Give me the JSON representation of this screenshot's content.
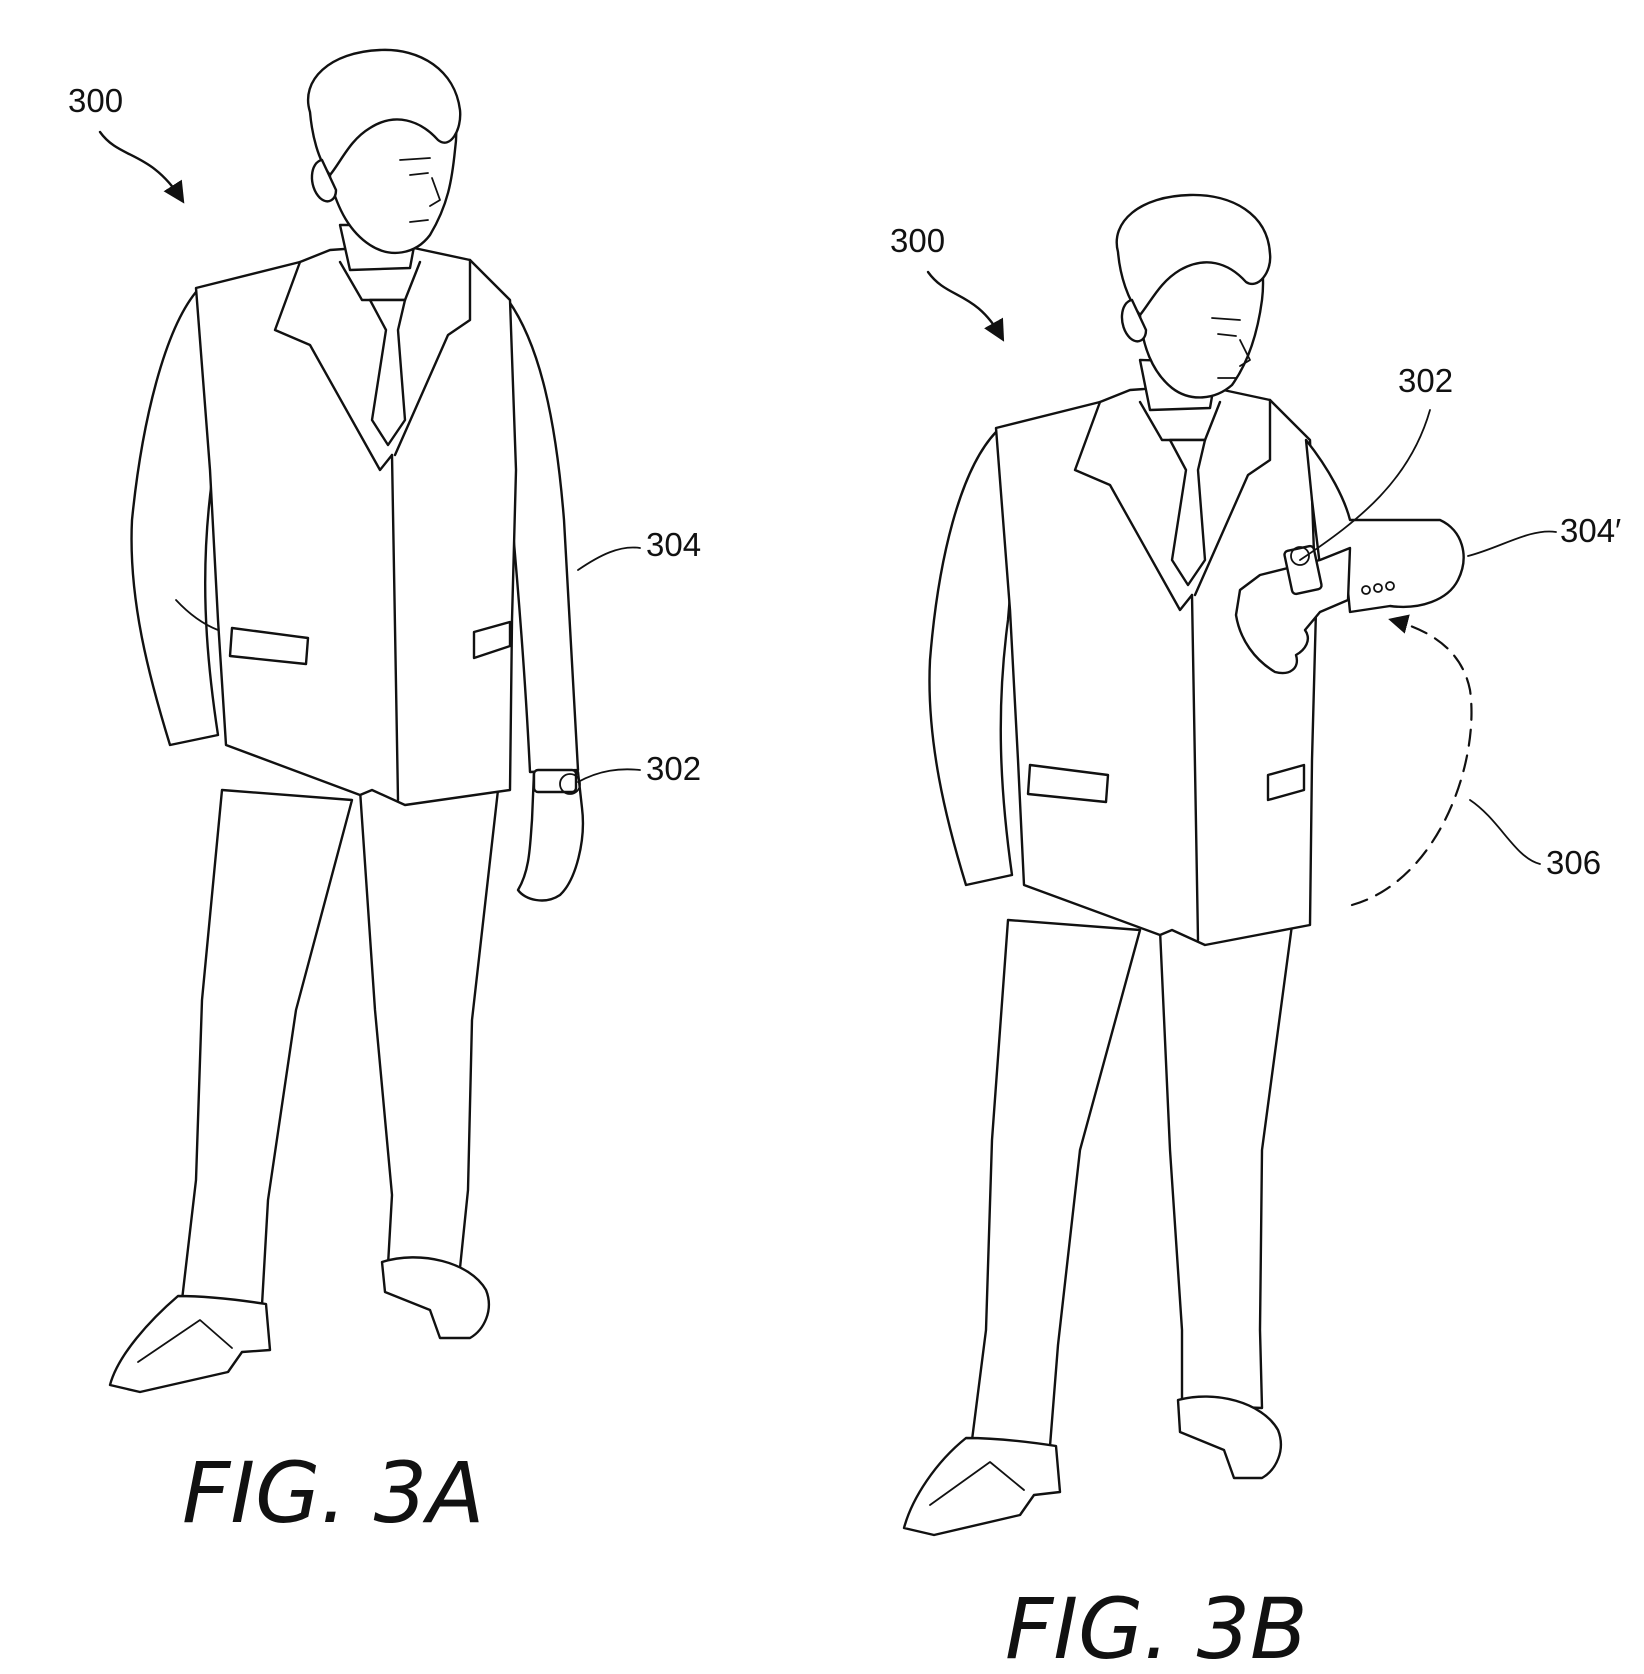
{
  "figure_a": {
    "caption": "FIG. 3A",
    "refs": {
      "person": "300",
      "arm": "304",
      "watch": "302"
    }
  },
  "figure_b": {
    "caption": "FIG. 3B",
    "refs": {
      "person": "300",
      "watch": "302",
      "arm": "304′",
      "motion": "306"
    }
  }
}
